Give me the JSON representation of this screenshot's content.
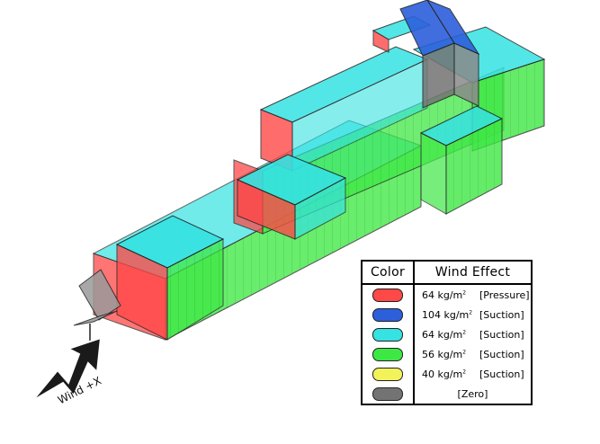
{
  "legend": {
    "header_color": "Color",
    "header_effect": "Wind Effect",
    "rows": [
      {
        "value": "64 kg/m",
        "effect": "[Pressure]",
        "color": "#ff4848"
      },
      {
        "value": "104 kg/m",
        "effect": "[Suction]",
        "color": "#2d5fdb"
      },
      {
        "value": "64 kg/m",
        "effect": "[Suction]",
        "color": "#36e2e2"
      },
      {
        "value": "56 kg/m",
        "effect": "[Suction]",
        "color": "#3ee844"
      },
      {
        "value": "40 kg/m",
        "effect": "[Suction]",
        "color": "#f2f25a"
      },
      {
        "value": "",
        "effect": "[Zero]",
        "color": "#737373"
      }
    ],
    "unit_superscript": "2"
  },
  "wind": {
    "label": "Wind +X",
    "arrow_color": "#1a1a1a"
  }
}
